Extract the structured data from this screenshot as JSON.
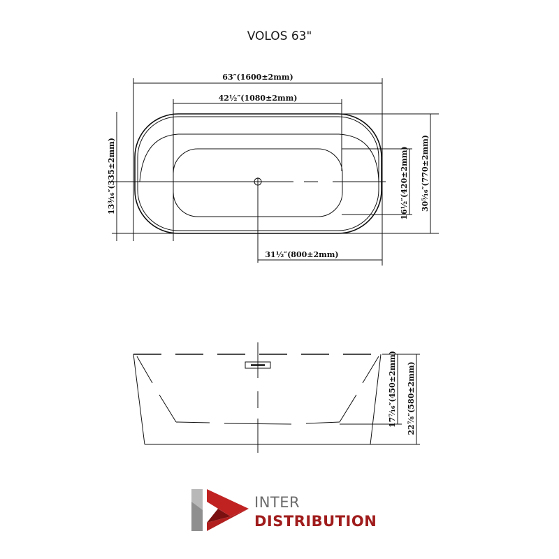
{
  "title": "VOLOS 63\"",
  "top_view": {
    "overall_length": "63″(1600±2mm)",
    "inner_length": "42½″(1080±2mm)",
    "half_depth_left": "13³⁄₁₆″(335±2mm)",
    "inner_width": "16½″(420±2mm)",
    "overall_width": "30⁵⁄₁₆″(770±2mm)",
    "drain_offset": "31½″(800±2mm)"
  },
  "side_view": {
    "inner_depth": "17⁷⁄₁₆″(450±2mm)",
    "overall_height": "22⁷⁄₈″(580±2mm)"
  },
  "logo": {
    "line1": "INTER",
    "line2": "DISTRIBUTION",
    "colors": {
      "red": "#b21f1f",
      "dark_red": "#7a1010",
      "gray": "#9e9e9e",
      "text_gray": "#6b6b6b",
      "text_red": "#a01c1c"
    }
  }
}
